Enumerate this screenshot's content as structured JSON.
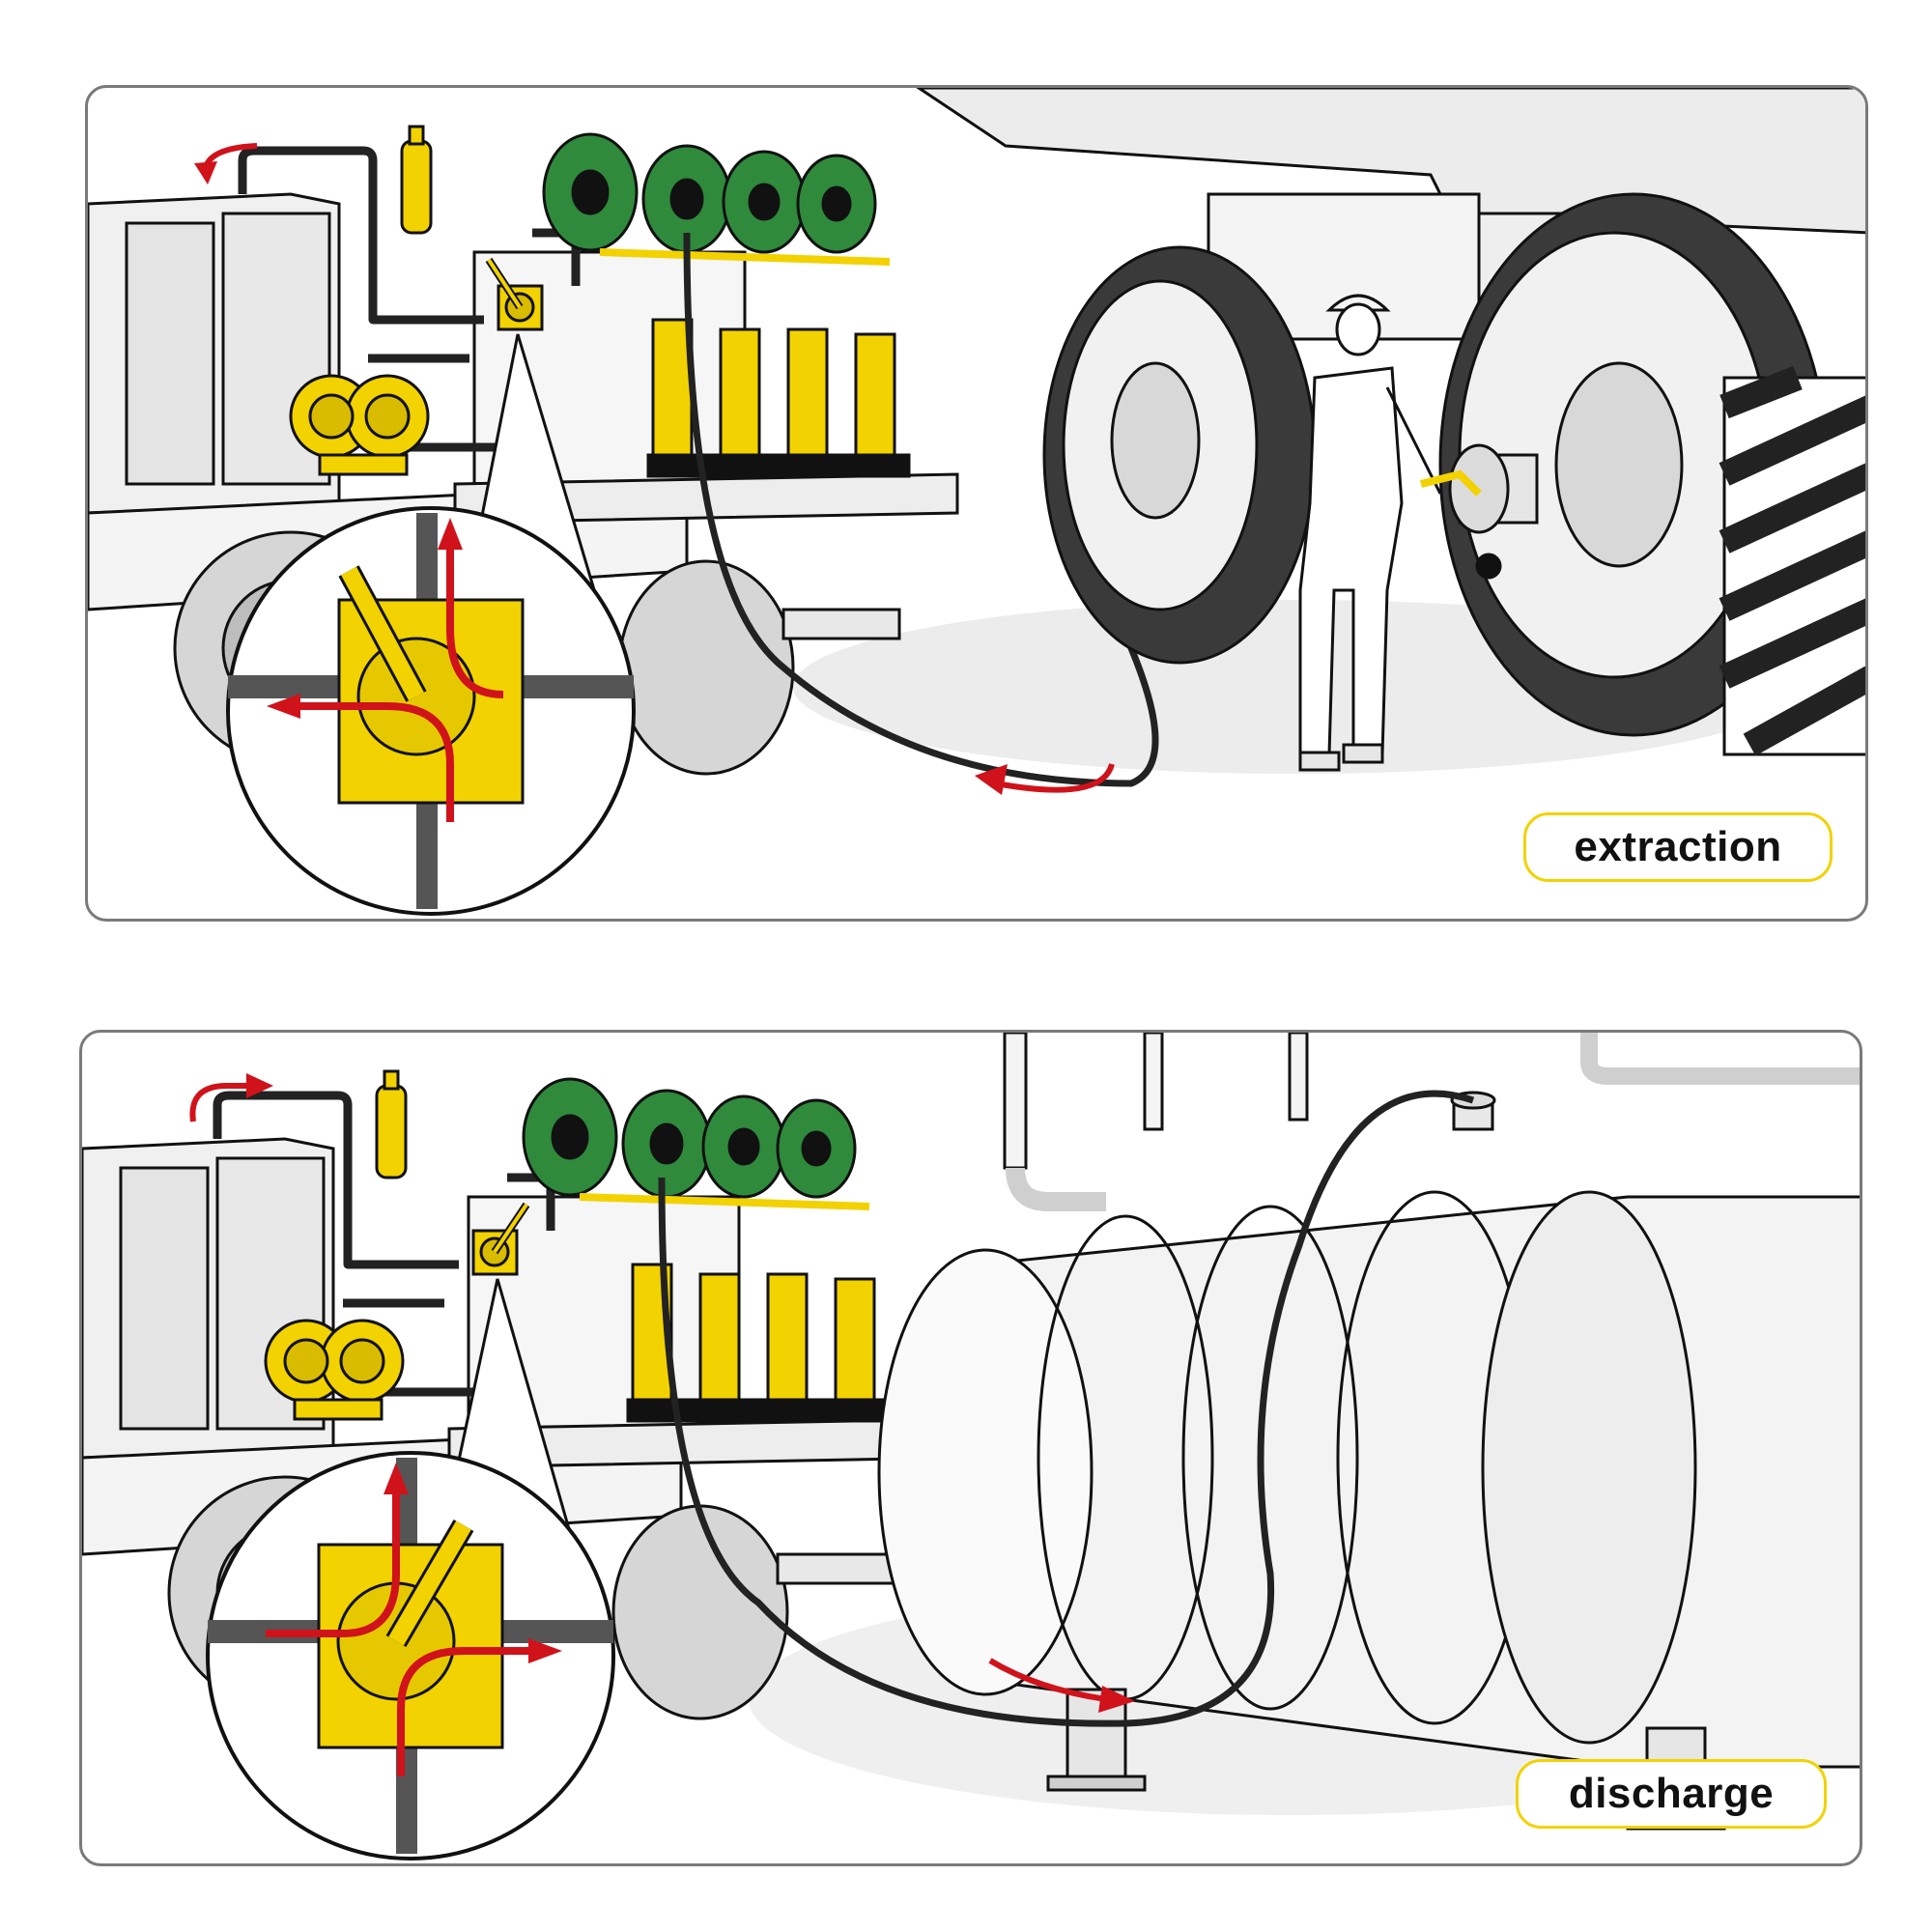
{
  "panels": [
    {
      "mode_label": "extraction",
      "flow_direction": "from vehicle tank to truck"
    },
    {
      "mode_label": "discharge",
      "flow_direction": "from truck to storage tank"
    }
  ],
  "colors": {
    "valve_yellow": "#f2d200",
    "flow_arrow_red": "#d0121b",
    "hose_reel_green": "#2f8a3c",
    "hose_black": "#222222",
    "outline": "#111111",
    "hazard_stripe": "#222222"
  },
  "icons": [
    "air-diaphragm-pump-icon",
    "hose-reel-icon",
    "three-way-valve-icon",
    "flow-arrow-icon",
    "fuel-nozzle-icon"
  ]
}
